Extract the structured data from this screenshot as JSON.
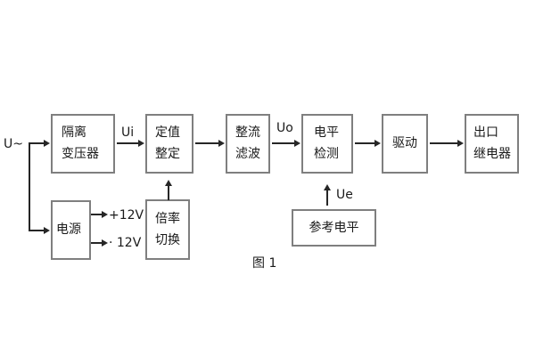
{
  "figure": {
    "caption": "图 1",
    "background": "#ffffff",
    "colors": {
      "box_border": "#7f7f7f",
      "line": "#262626",
      "text": "#1a1a1a"
    }
  },
  "labels": {
    "input": "U~",
    "ui": "Ui",
    "uo": "Uo",
    "ue": "Ue",
    "plus12v": "+12V",
    "minus12v": "· 12V"
  },
  "blocks": {
    "isolation_transformer": {
      "line1": "隔离",
      "line2": "变压器"
    },
    "setpoint": {
      "line1": "定值",
      "line2": "整定"
    },
    "rectifier": {
      "line1": "整流",
      "line2": "滤波"
    },
    "level_detect": {
      "line1": "电平",
      "line2": "检测"
    },
    "drive": {
      "label": "驱动"
    },
    "output_relay": {
      "line1": "出口",
      "line2": "继电器"
    },
    "power": {
      "label": "电源"
    },
    "multiplier": {
      "line1": "倍率",
      "line2": "切换"
    },
    "reference": {
      "label": "参考电平"
    }
  }
}
